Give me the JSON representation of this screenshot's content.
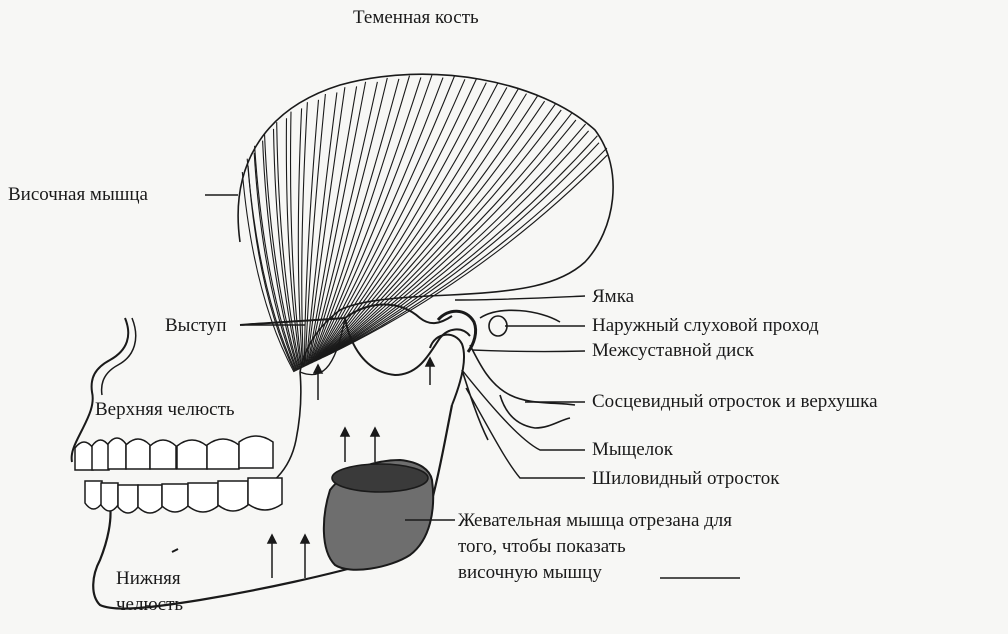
{
  "labels": {
    "parietal_bone": "Теменная кость",
    "temporalis_muscle": "Височная мышца",
    "articular_eminence": "Выступ",
    "upper_jaw": "Верхняя челюсть",
    "lower_jaw_line1": "Нижняя",
    "lower_jaw_line2": "челюсть",
    "fossa": "Ямка",
    "ear_canal": "Наружный слуховой проход",
    "articular_disc": "Межсуставной диск",
    "mastoid_process": "Сосцевидный отросток и верхушка",
    "condyle": "Мыщелок",
    "styloid_process": "Шиловидный отросток",
    "masseter_line1": "Жевательная мышца отрезана для",
    "masseter_line2": "того, чтобы показать",
    "masseter_line3": "височную мышцу"
  },
  "colors": {
    "ink": "#1a1a1a",
    "paper": "#f7f7f5"
  }
}
